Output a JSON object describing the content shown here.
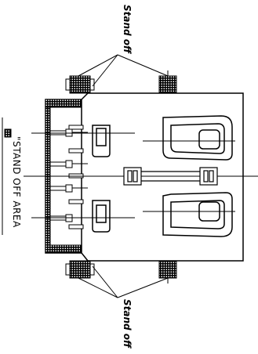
{
  "labels": {
    "standoff_top": "Stand off",
    "standoff_bottom": "Stand off",
    "standoff_area": "\"STAND OFF AREA"
  }
}
